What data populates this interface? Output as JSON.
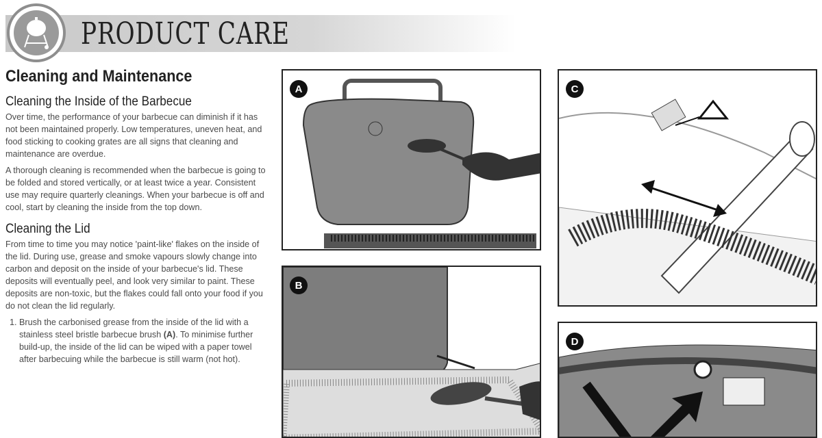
{
  "header": {
    "title": "PRODUCT CARE",
    "logo_icon": "kettle-grill-icon"
  },
  "section_title": "Cleaning and Maintenance",
  "inside": {
    "heading": "Cleaning the Inside of the Barbecue",
    "paragraphs": [
      "Over time, the performance of your barbecue can diminish if it has not been maintained properly. Low temperatures, uneven heat, and food sticking to cooking grates are all signs that cleaning and maintenance are overdue.",
      "A thorough cleaning is recommended when the barbecue is going to be folded and stored vertically, or at least twice a year. Consistent use may require quarterly cleanings. When your barbecue is off and cool, start by cleaning the inside from the top down."
    ]
  },
  "lid": {
    "heading": "Cleaning the Lid",
    "paragraph": "From time to time you may notice 'paint-like' flakes on the inside of the lid. During use, grease and smoke vapours slowly change into carbon and deposit on the inside of your barbecue's lid. These deposits will eventually peel, and look very similar to paint. These deposits are non-toxic, but the flakes could fall onto your food if you do not clean the lid regularly.",
    "step1_prefix": "Brush the carbonised grease from the inside of the lid with a stainless steel bristle barbecue brush ",
    "step1_ref": "(A)",
    "step1_suffix": ". To minimise further build-up, the inside of the lid can be wiped with a paper towel after barbecuing while the barbecue is still warm (not hot)."
  },
  "figures": {
    "a": "A",
    "b": "B",
    "c": "C",
    "d": "D"
  }
}
